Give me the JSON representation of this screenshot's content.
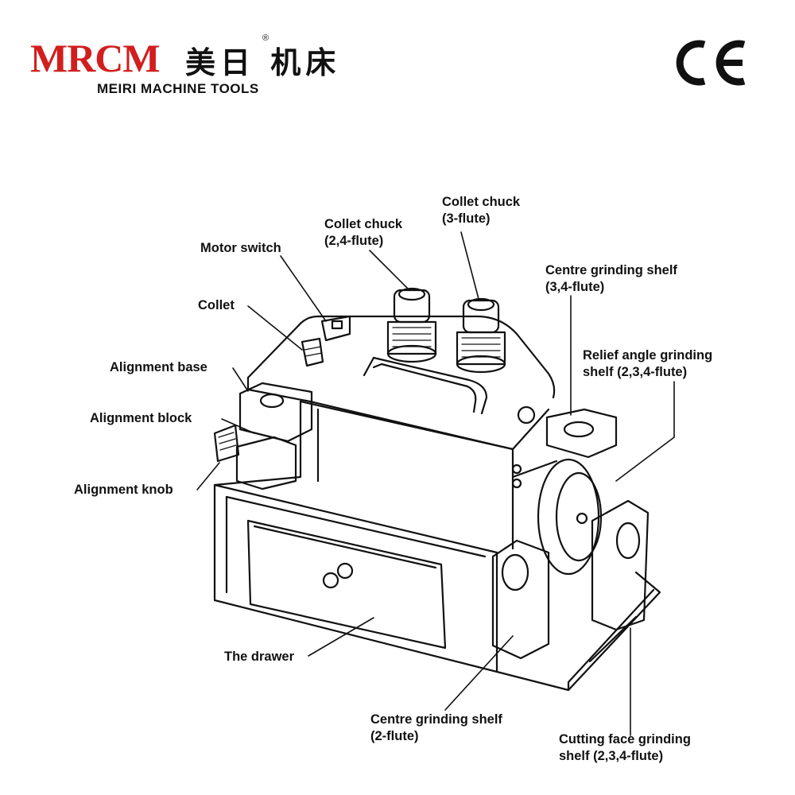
{
  "header": {
    "brand_logo": "MRCM",
    "brand_chinese": "美日 机床",
    "brand_english": "MEIRI MACHINE TOOLS",
    "registered_mark": "®",
    "certification_mark": "CE"
  },
  "labels": {
    "collet_chuck_3": [
      "Collet chuck",
      "(3-flute)"
    ],
    "collet_chuck_24": [
      "Collet chuck",
      "(2,4-flute)"
    ],
    "motor_switch": "Motor switch",
    "centre_shelf_34": [
      "Centre grinding shelf",
      "(3,4-flute)"
    ],
    "collet": "Collet",
    "relief_shelf": [
      "Relief angle grinding",
      "shelf (2,3,4-flute)"
    ],
    "alignment_base": "Alignment base",
    "alignment_block": "Alignment block",
    "alignment_knob": "Alignment knob",
    "drawer": "The drawer",
    "centre_shelf_2": [
      "Centre grinding shelf",
      "(2-flute)"
    ],
    "cutting_face_shelf": [
      "Cutting face grinding",
      "shelf (2,3,4-flute)"
    ]
  },
  "colors": {
    "brand_red": "#d21e1e",
    "ink": "#111111"
  }
}
